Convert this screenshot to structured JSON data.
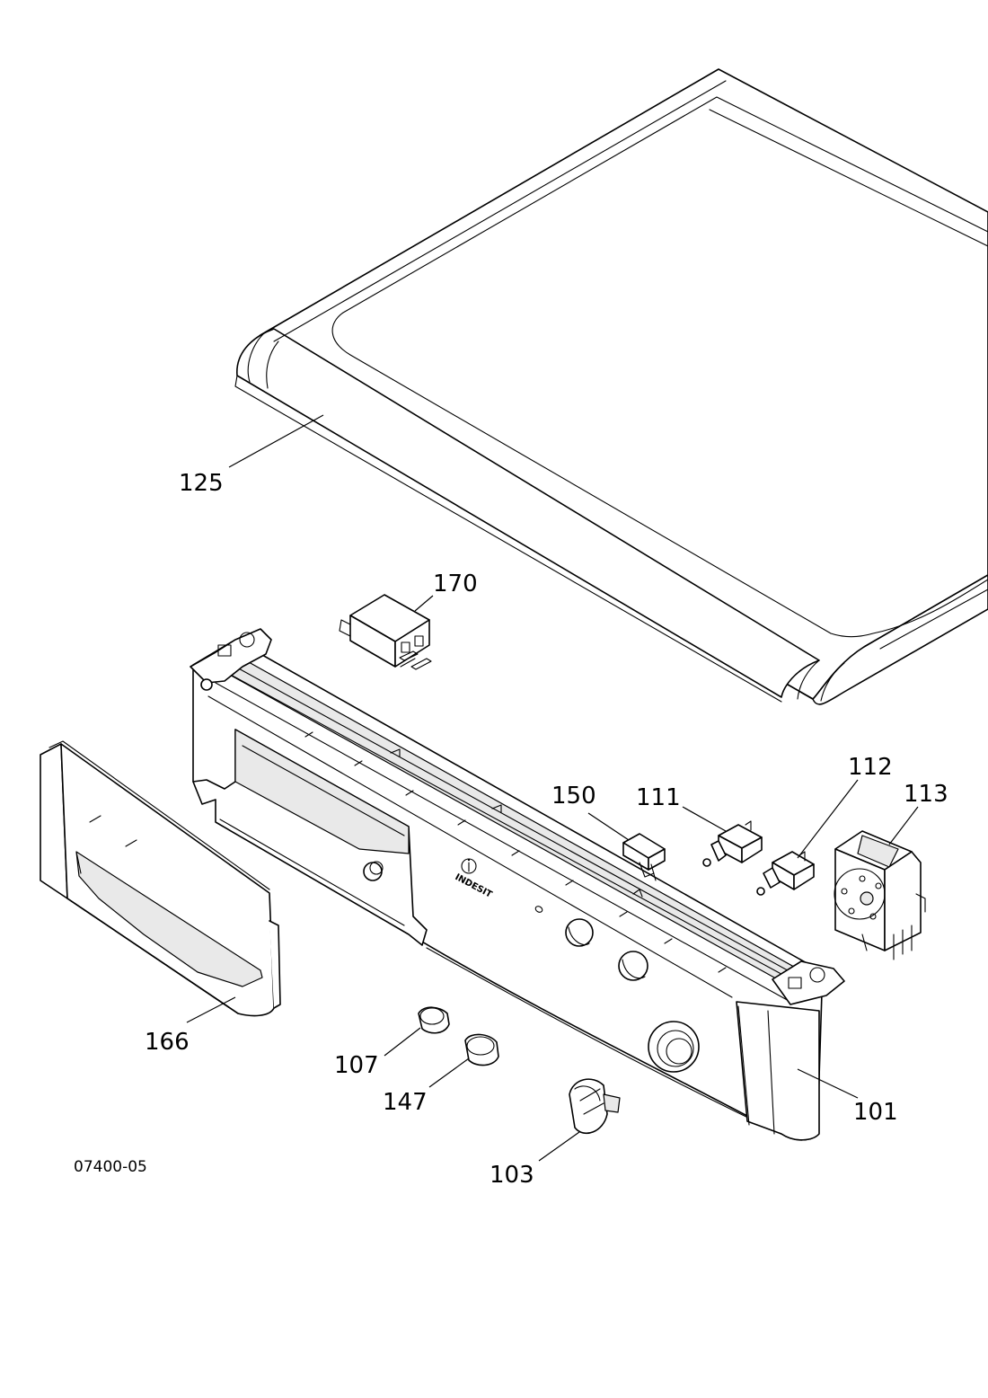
{
  "drawing_code": "07400-05",
  "brand_mark": "INDESIT",
  "callouts": [
    {
      "id": "125",
      "part": "top-cover"
    },
    {
      "id": "170",
      "part": "interference-filter"
    },
    {
      "id": "166",
      "part": "detergent-drawer"
    },
    {
      "id": "150",
      "part": "switch-150"
    },
    {
      "id": "111",
      "part": "switch-111"
    },
    {
      "id": "112",
      "part": "switch-112"
    },
    {
      "id": "113",
      "part": "timer"
    },
    {
      "id": "107",
      "part": "button-107"
    },
    {
      "id": "147",
      "part": "button-147"
    },
    {
      "id": "103",
      "part": "knob"
    },
    {
      "id": "101",
      "part": "control-panel"
    }
  ]
}
